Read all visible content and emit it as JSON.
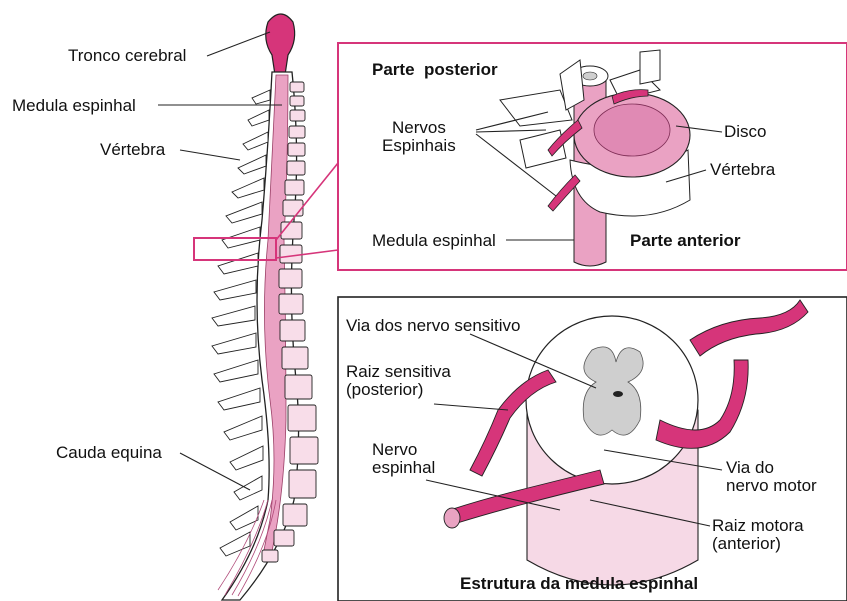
{
  "spine": {
    "tronco": "Tronco cerebral",
    "medula": "Medula espinhal",
    "vertebra": "Vértebra",
    "cauda": "Cauda equina"
  },
  "inset_top": {
    "posterior": "Parte  posterior",
    "nervos_1": "Nervos",
    "nervos_2": "Espinhais",
    "disco": "Disco",
    "vertebra": "Vértebra",
    "medula": "Medula espinhal",
    "anterior": "Parte anterior"
  },
  "inset_bottom": {
    "via_sensitivo": "Via dos nervo sensitivo",
    "raiz_sens_1": "Raiz sensitiva",
    "raiz_sens_2": "(posterior)",
    "nervo_1": "Nervo",
    "nervo_2": "espinhal",
    "via_motor_1": "Via do",
    "via_motor_2": "nervo motor",
    "raiz_mot_1": "Raiz motora",
    "raiz_mot_2": "(anterior)",
    "titulo": "Estrutura da medula espinhal"
  },
  "colors": {
    "accent": "#d6357a",
    "pink": "#e9a3c2",
    "pink_light": "#f6d9e6",
    "gray": "#cfcfcf"
  }
}
